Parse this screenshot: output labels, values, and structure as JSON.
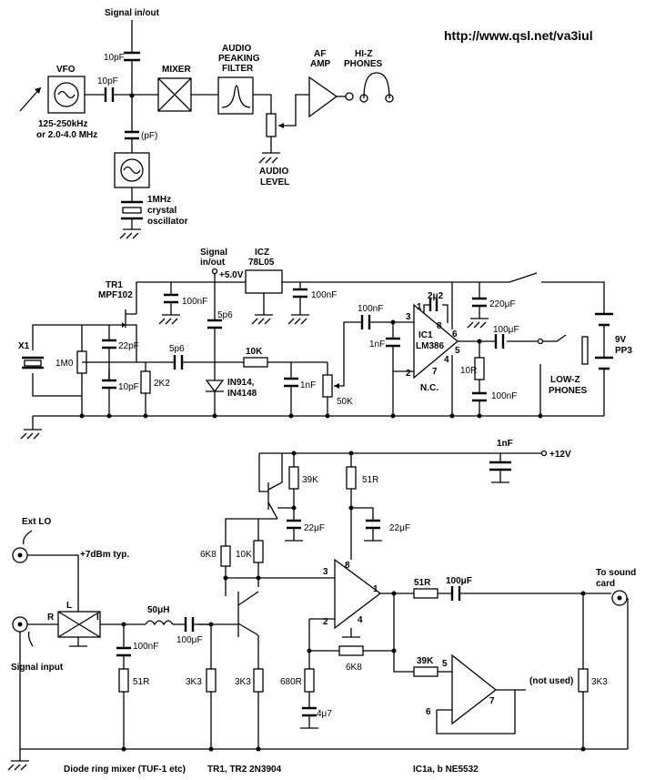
{
  "url": "http://www.qsl.net/va3iul",
  "block": {
    "signal_in_out": "Signal in/out",
    "vfo": "VFO",
    "vfo_range_1": "125-250kHz",
    "vfo_range_2": "or 2.0-4.0 MHz",
    "cap_10pf_a": "10pF",
    "cap_10pf_b": "10pF",
    "cap_pf": "(pF)",
    "mixer": "MIXER",
    "filter_1": "AUDIO",
    "filter_2": "PEAKING",
    "filter_3": "FILTER",
    "af_1": "AF",
    "af_2": "AMP",
    "phones_1": "HI-Z",
    "phones_2": "PHONES",
    "level_1": "AUDIO",
    "level_2": "LEVEL",
    "xtal_1": "1MHz",
    "xtal_2": "crystal",
    "xtal_3": "oscillator"
  },
  "circuit1": {
    "signal_1": "Signal",
    "signal_2": "in/out",
    "v5": "+5.0V",
    "icz_1": "ICZ",
    "icz_2": "78L05",
    "tr1_1": "TR1",
    "tr1_2": "MPF102",
    "c100nf_a": "100nF",
    "c100nf_b": "100nF",
    "c100nf_c": "100nF",
    "c100nf_d": "100nF",
    "c5p6_a": "5p6",
    "c5p6_b": "5p6",
    "c22pf": "22pF",
    "x1": "X1",
    "r1m0": "1M0",
    "c10pf": "10pF",
    "r2k2": "2K2",
    "diode_1": "IN914,",
    "diode_2": "IN4148",
    "r10k": "10K",
    "c1nf_a": "1nF",
    "c1nf_b": "1nF",
    "r50k": "50K",
    "c2u2": "2μ2",
    "ic1_1": "IC1",
    "ic1_2": "LM386",
    "nc": "N.C.",
    "c220uf": "220μF",
    "c100uf": "100μF",
    "r10r": "10R",
    "batt_1": "9V",
    "batt_2": "PP3",
    "lowz_1": "LOW-Z",
    "lowz_2": "PHONES",
    "pins": [
      "1",
      "8",
      "3",
      "2",
      "6",
      "5",
      "4",
      "7"
    ]
  },
  "circuit2": {
    "c1nf": "1nF",
    "v12": "+12V",
    "r39k_a": "39K",
    "r51r_a": "51R",
    "c22uf_a": "22μF",
    "c22uf_b": "22μF",
    "ext_lo": "Ext LO",
    "dbm": "+7dBm typ.",
    "r6k8_a": "6K8",
    "r10k": "10K",
    "l50uh": "50μH",
    "c100uf_a": "100μF",
    "c100nf": "100nF",
    "r51r_b": "51R",
    "r3k3_a": "3K3",
    "r3k3_b": "3K3",
    "r680r": "680R",
    "c4u7": "4μ7",
    "r6k8_b": "6K8",
    "r51r_c": "51R",
    "c100uf_b": "100μF",
    "to_sound_1": "To sound",
    "to_sound_2": "card",
    "r39k_b": "39K",
    "not_used": "(not used)",
    "r3k3_c": "3K3",
    "signal_input": "Signal input",
    "mixer_r": "R",
    "mixer_l": "L",
    "mixer_i": "I",
    "pins_a": [
      "3",
      "8",
      "1",
      "2",
      "4"
    ],
    "pins_b": [
      "5",
      "6",
      "7"
    ],
    "foot_mixer": "Diode ring mixer (TUF-1 etc)",
    "foot_tr": "TR1, TR2 2N3904",
    "foot_ic": "IC1a, b NE5532"
  }
}
